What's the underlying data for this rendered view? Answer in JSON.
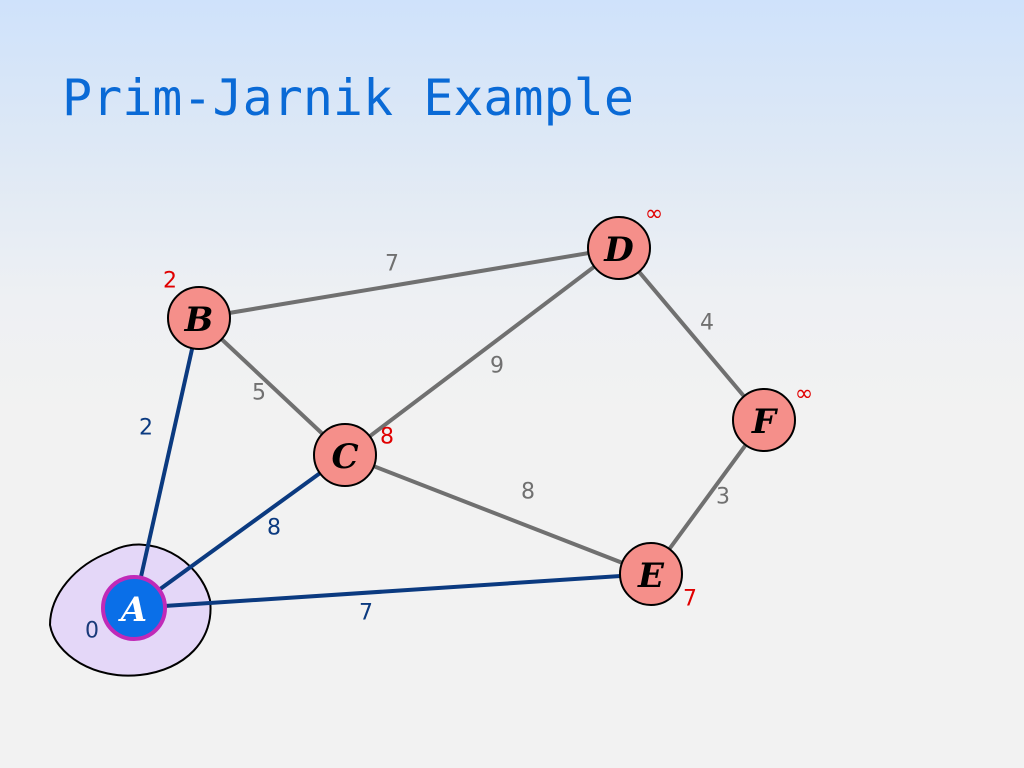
{
  "slide": {
    "title": "Prim-Jarnik Example"
  },
  "colors": {
    "tree_edge": "#0b3a80",
    "graph_edge": "#707070",
    "node_fill": "#f58f8a",
    "node_stroke": "#000000",
    "start_node_fill": "#0a6fe8",
    "start_node_stroke": "#c02ab8",
    "cloud_fill": "#e4d7f8",
    "distance_known": "#1a3a7a",
    "distance_updated": "#e00000"
  },
  "graph": {
    "nodes": [
      {
        "id": "A",
        "label": "A",
        "distance": "0",
        "in_cloud": true
      },
      {
        "id": "B",
        "label": "B",
        "distance": "2",
        "in_cloud": false
      },
      {
        "id": "C",
        "label": "C",
        "distance": "8",
        "in_cloud": false
      },
      {
        "id": "D",
        "label": "D",
        "distance": "∞",
        "in_cloud": false
      },
      {
        "id": "E",
        "label": "E",
        "distance": "7",
        "in_cloud": false
      },
      {
        "id": "F",
        "label": "F",
        "distance": "∞",
        "in_cloud": false
      }
    ],
    "edges": [
      {
        "from": "A",
        "to": "B",
        "weight": "2",
        "highlighted": true
      },
      {
        "from": "A",
        "to": "C",
        "weight": "8",
        "highlighted": true
      },
      {
        "from": "A",
        "to": "E",
        "weight": "7",
        "highlighted": true
      },
      {
        "from": "B",
        "to": "D",
        "weight": "7",
        "highlighted": false
      },
      {
        "from": "B",
        "to": "C",
        "weight": "5",
        "highlighted": false
      },
      {
        "from": "C",
        "to": "D",
        "weight": "9",
        "highlighted": false
      },
      {
        "from": "C",
        "to": "E",
        "weight": "8",
        "highlighted": false
      },
      {
        "from": "D",
        "to": "F",
        "weight": "4",
        "highlighted": false
      },
      {
        "from": "E",
        "to": "F",
        "weight": "3",
        "highlighted": false
      }
    ]
  }
}
